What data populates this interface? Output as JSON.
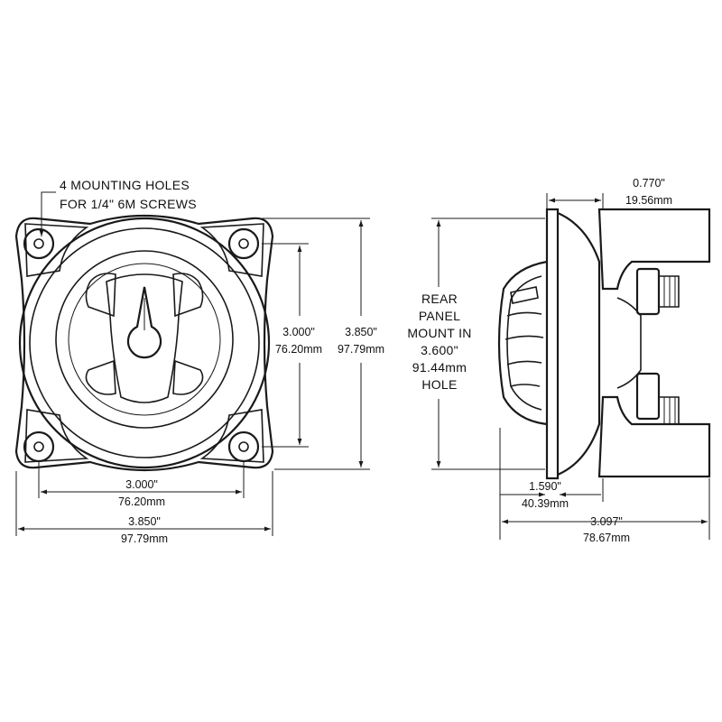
{
  "front_view": {
    "mounting_note_line1": "4 MOUNTING HOLES",
    "mounting_note_line2": "FOR 1/4\" 6M SCREWS",
    "hole_spacing_vertical_in": "3.000\"",
    "hole_spacing_vertical_mm": "76.20mm",
    "overall_height_in": "3.850\"",
    "overall_height_mm": "97.79mm",
    "hole_spacing_horizontal_in": "3.000\"",
    "hole_spacing_horizontal_mm": "76.20mm",
    "overall_width_in": "3.850\"",
    "overall_width_mm": "97.79mm"
  },
  "side_view": {
    "base_depth_in": "0.770\"",
    "base_depth_mm": "19.56mm",
    "panel_note": [
      "REAR",
      "PANEL",
      "MOUNT IN",
      "3.600\"",
      "91.44mm",
      "HOLE"
    ],
    "front_depth_in": "1.590\"",
    "front_depth_mm": "40.39mm",
    "overall_depth_in": "3.097\"",
    "overall_depth_mm": "78.67mm"
  },
  "colors": {
    "line": "#1a1a1a",
    "background": "#ffffff"
  }
}
